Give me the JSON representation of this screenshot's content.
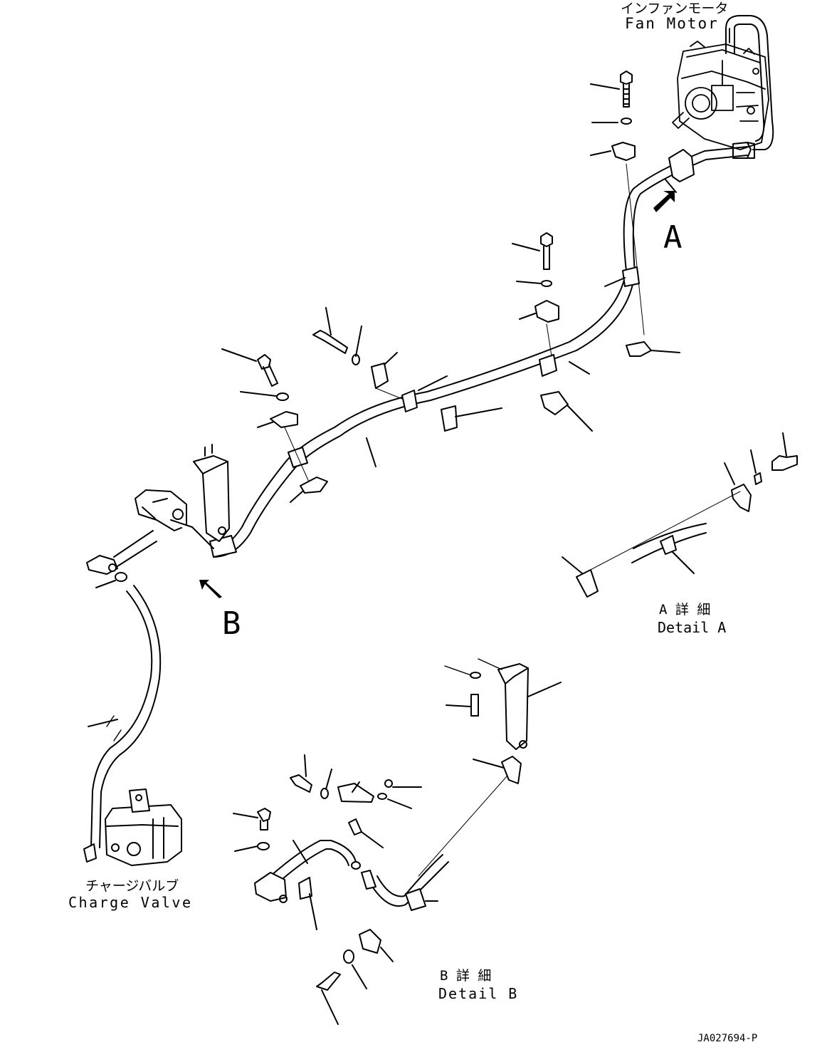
{
  "labels": {
    "fan_motor_jp": "インファンモータ",
    "fan_motor_en": "Fan Motor",
    "charge_valve_jp": "チャージバルブ",
    "charge_valve_en": "Charge Valve",
    "arrow_a": "A",
    "arrow_b": "B",
    "detail_a_jp": "A 詳 細",
    "detail_a_en": "Detail A",
    "detail_b_jp": "B 詳 細",
    "detail_b_en": "Detail B",
    "drawing_number": "JA027694-P"
  }
}
